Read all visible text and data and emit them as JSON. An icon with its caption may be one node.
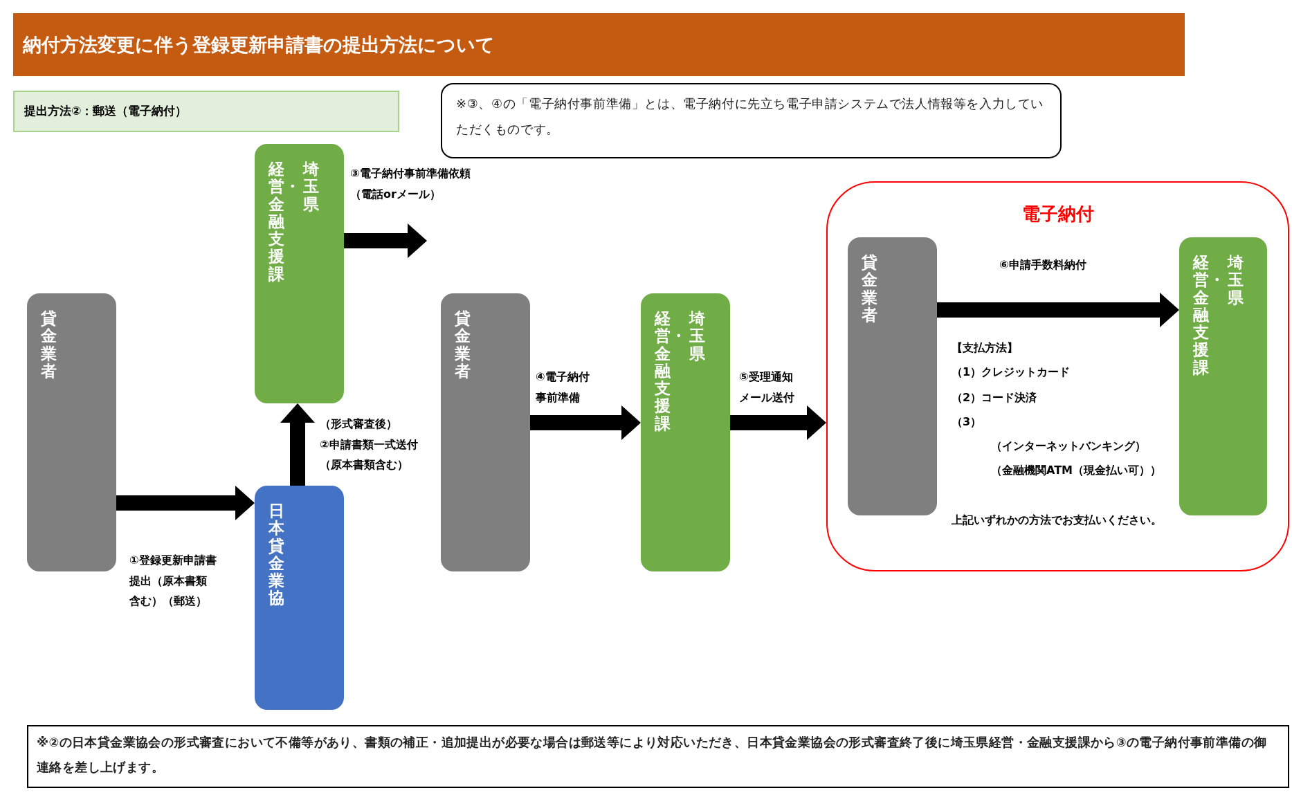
{
  "diagram": {
    "title": "納付方法変更に伴う登録更新申請書の提出方法について",
    "nodes": [
      {
        "text": [
          "提出方法②：郵送（電子納付）"
        ]
      },
      {
        "text": [
          "※③、④の「電子納付事前準備」とは、電子納付に先立ち電子申請システムで法人情報等を入力していただくものです。"
        ]
      },
      {
        "text": [
          "貸金業者"
        ]
      },
      {
        "text": [
          "経営・金融支援課",
          "埼玉県"
        ]
      },
      {
        "text": [
          "日本貸金業協"
        ]
      },
      {
        "text": [
          "貸金業者"
        ]
      },
      {
        "text": [
          "経営・金融支援課",
          "埼玉県"
        ]
      },
      {
        "text": [
          "電子納付"
        ]
      },
      {
        "text": [
          "貸金業者"
        ],
        "in": 7
      },
      {
        "text": [
          "経営・金融支援課",
          "埼玉県"
        ],
        "in": 7
      },
      {
        "text": [
          "※②の日本貸金業協会の形式審査において不備等があり、書類の補正・追加提出が必要な場合は郵送等により対応いただき、日本貸金業協会の形式審査終了後に埼玉県経営・金融支援課から③の電子納付事前準備の御連絡を差し上げます。"
        ]
      }
    ],
    "edges": [
      {
        "from": 2,
        "to": 4,
        "arrow": "to",
        "label": "①登録更新申請書提出（原本書類含む）（郵送）"
      },
      {
        "from": 4,
        "to": 3,
        "arrow": "to",
        "label": "（形式審査後）②申請書類一式送付（原本書類含む）"
      },
      {
        "from": 3,
        "to": null,
        "arrow": "to",
        "label": "③電子納付事前準備依頼（電話orメール）"
      },
      {
        "from": 5,
        "to": 6,
        "arrow": "to",
        "label": "④電子納付事前準備"
      },
      {
        "from": 6,
        "to": 7,
        "arrow": "to",
        "label": "⑤受理通知メール送付"
      },
      {
        "from": 8,
        "to": 9,
        "arrow": "to",
        "label": "⑥申請手数料納付"
      }
    ],
    "labels": [
      "【支払方法】",
      "（1）クレジットカード",
      "（2）コード決済",
      "（3）",
      "（インターネットバンキング）",
      "（金融機関ATM（現金払い可））",
      "上記いずれかの方法でお支払いください。"
    ]
  }
}
